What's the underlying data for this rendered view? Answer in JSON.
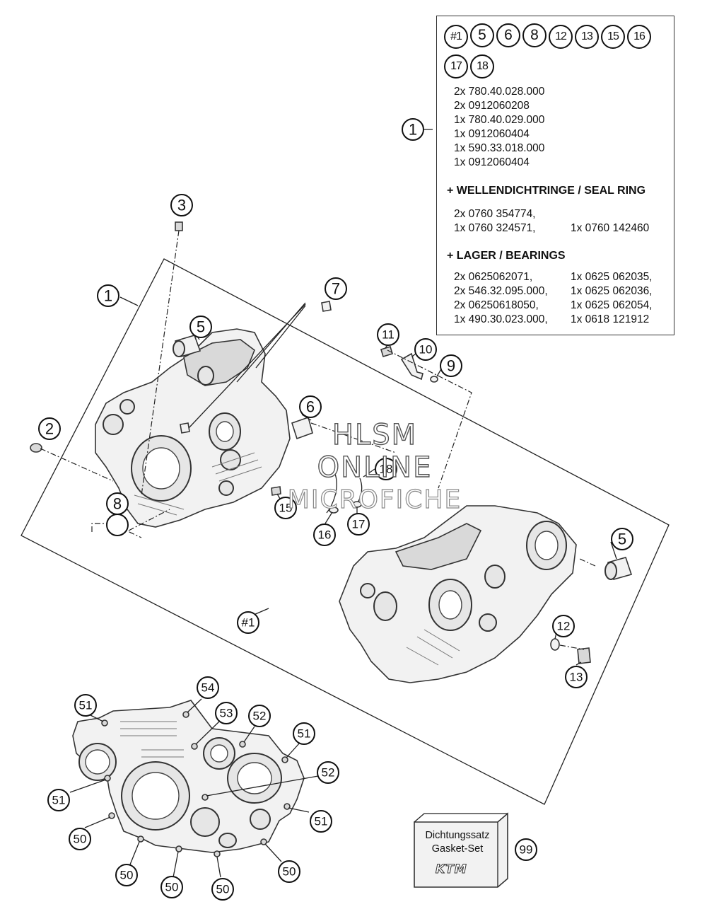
{
  "info_box": {
    "circles": [
      "#1",
      "5",
      "6",
      "8",
      "12",
      "13",
      "15",
      "16",
      "17",
      "18"
    ],
    "kit_lines": [
      "2x 780.40.028.000",
      "2x 0912060208",
      "1x 780.40.029.000",
      "1x 0912060404",
      "1x 590.33.018.000",
      "1x 0912060404"
    ],
    "seal_heading": "+ WELLENDICHTRINGE /  SEAL RING",
    "seal_rows": [
      [
        "2x 0760 354774,",
        ""
      ],
      [
        "1x 0760 324571,",
        "1x 0760 142460"
      ]
    ],
    "bearing_heading": "+ LAGER / BEARINGS",
    "bearing_rows": [
      [
        "2x 0625062071,",
        "1x 0625 062035,"
      ],
      [
        "2x 546.32.095.000,",
        "1x 0625 062036,"
      ],
      [
        "2x 06250618050,",
        "1x 0625 062054,"
      ],
      [
        "1x 490.30.023.000,",
        "1x 0618 121912"
      ]
    ]
  },
  "callouts": {
    "box_ref": "1",
    "c3": "3",
    "c1_main": "1",
    "c7": "7",
    "c5_left": "5",
    "c2": "2",
    "c6": "6",
    "c11": "11",
    "c10": "10",
    "c9": "9",
    "c18": "18",
    "c15": "15",
    "c16": "16",
    "c17": "17",
    "c8": "8",
    "c5_right": "5",
    "c12": "12",
    "c13": "13",
    "c_hash1": "#1",
    "c54": "54",
    "c51_a": "51",
    "c53": "53",
    "c52_a": "52",
    "c51_b": "51",
    "c52_b": "52",
    "c51_c": "51",
    "c51_d": "51",
    "c50_a": "50",
    "c50_b": "50",
    "c50_c": "50",
    "c50_d": "50",
    "c50_e": "50",
    "c99": "99"
  },
  "watermark": {
    "line1": "HLSM",
    "line2": "ONLINE",
    "line3": "MICROFICHE"
  },
  "gasket": {
    "line1": "Dichtungssatz",
    "line2": "Gasket-Set",
    "logo": "KTM"
  }
}
